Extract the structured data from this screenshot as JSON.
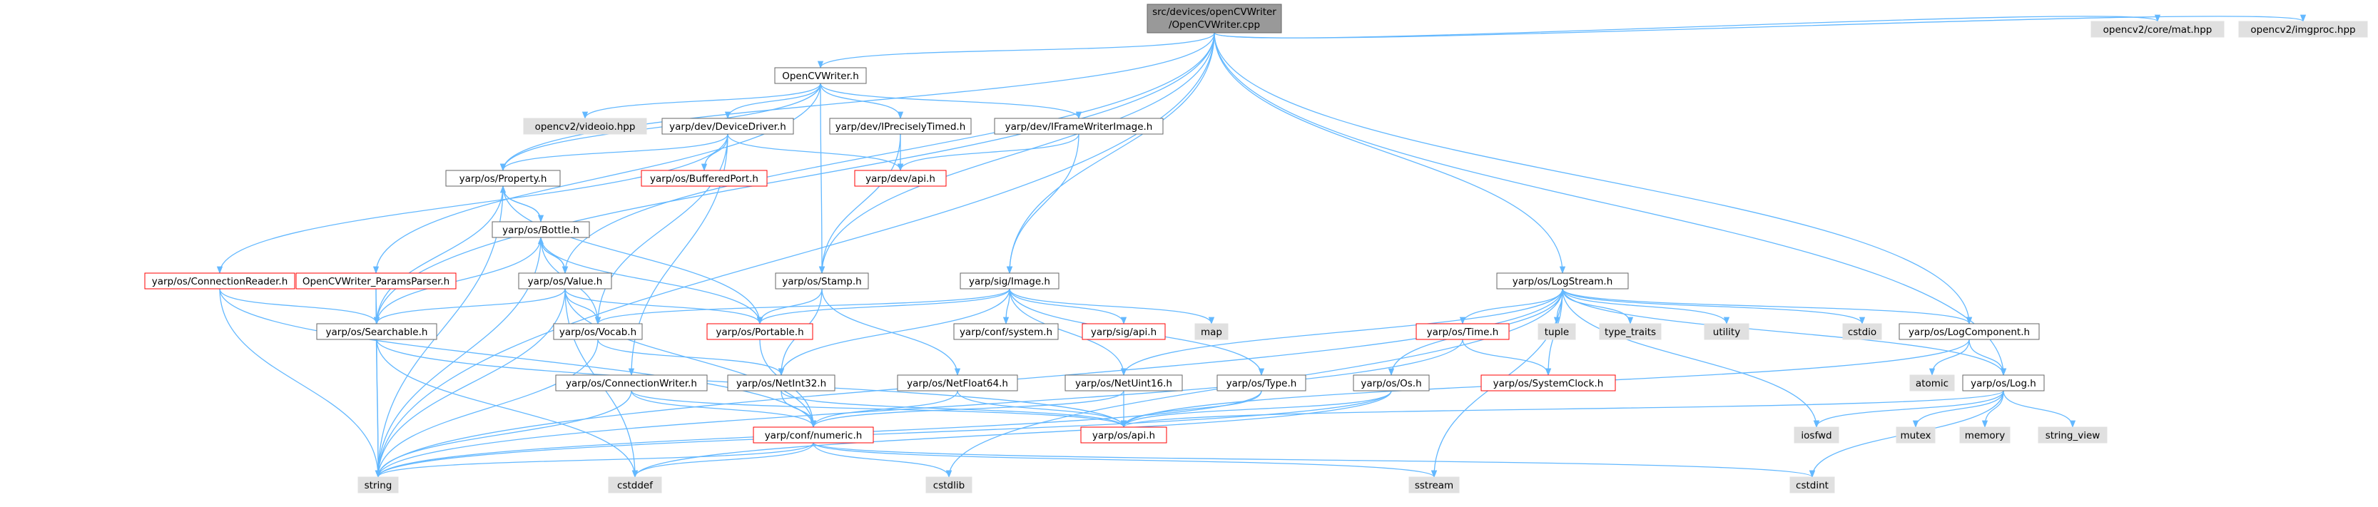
{
  "colors": {
    "edge": "#63b8ff",
    "border_normal": "#666666",
    "border_missing": "#ff0000",
    "fill_normal": "#ffffff",
    "fill_external": "#e0e0e0",
    "fill_root": "#999999",
    "text": "#000000"
  },
  "graph": {
    "root": "root",
    "nodes": [
      {
        "id": "root",
        "lines": [
          "src/devices/openCVWriter",
          "/OpenCVWriter.cpp"
        ],
        "kind": "root"
      },
      {
        "id": "opencvwriter_h",
        "lines": [
          "OpenCVWriter.h"
        ],
        "kind": "normal"
      },
      {
        "id": "videoio",
        "lines": [
          "opencv2/videoio.hpp"
        ],
        "kind": "external"
      },
      {
        "id": "devicedriver",
        "lines": [
          "yarp/dev/DeviceDriver.h"
        ],
        "kind": "normal"
      },
      {
        "id": "preciselytimed",
        "lines": [
          "yarp/dev/IPreciselyTimed.h"
        ],
        "kind": "normal"
      },
      {
        "id": "iframewriter",
        "lines": [
          "yarp/dev/IFrameWriterImage.h"
        ],
        "kind": "normal"
      },
      {
        "id": "property",
        "lines": [
          "yarp/os/Property.h"
        ],
        "kind": "normal"
      },
      {
        "id": "bufferedport",
        "lines": [
          "yarp/os/BufferedPort.h"
        ],
        "kind": "missing"
      },
      {
        "id": "devapi",
        "lines": [
          "yarp/dev/api.h"
        ],
        "kind": "missing"
      },
      {
        "id": "bottle",
        "lines": [
          "yarp/os/Bottle.h"
        ],
        "kind": "normal"
      },
      {
        "id": "connreader",
        "lines": [
          "yarp/os/ConnectionReader.h"
        ],
        "kind": "missing"
      },
      {
        "id": "paramsparser",
        "lines": [
          "OpenCVWriter_ParamsParser.h"
        ],
        "kind": "missing"
      },
      {
        "id": "value",
        "lines": [
          "yarp/os/Value.h"
        ],
        "kind": "normal"
      },
      {
        "id": "stamp",
        "lines": [
          "yarp/os/Stamp.h"
        ],
        "kind": "normal"
      },
      {
        "id": "image",
        "lines": [
          "yarp/sig/Image.h"
        ],
        "kind": "normal"
      },
      {
        "id": "searchable",
        "lines": [
          "yarp/os/Searchable.h"
        ],
        "kind": "normal"
      },
      {
        "id": "vocab",
        "lines": [
          "yarp/os/Vocab.h"
        ],
        "kind": "normal"
      },
      {
        "id": "portable",
        "lines": [
          "yarp/os/Portable.h"
        ],
        "kind": "missing"
      },
      {
        "id": "confsystem",
        "lines": [
          "yarp/conf/system.h"
        ],
        "kind": "normal"
      },
      {
        "id": "sigapi",
        "lines": [
          "yarp/sig/api.h"
        ],
        "kind": "missing"
      },
      {
        "id": "map",
        "lines": [
          "map"
        ],
        "kind": "external"
      },
      {
        "id": "connwriter",
        "lines": [
          "yarp/os/ConnectionWriter.h"
        ],
        "kind": "normal"
      },
      {
        "id": "netint32",
        "lines": [
          "yarp/os/NetInt32.h"
        ],
        "kind": "normal"
      },
      {
        "id": "netfloat64",
        "lines": [
          "yarp/os/NetFloat64.h"
        ],
        "kind": "normal"
      },
      {
        "id": "netuint16",
        "lines": [
          "yarp/os/NetUint16.h"
        ],
        "kind": "normal"
      },
      {
        "id": "type",
        "lines": [
          "yarp/os/Type.h"
        ],
        "kind": "normal"
      },
      {
        "id": "numeric",
        "lines": [
          "yarp/conf/numeric.h"
        ],
        "kind": "missing"
      },
      {
        "id": "osapi",
        "lines": [
          "yarp/os/api.h"
        ],
        "kind": "missing"
      },
      {
        "id": "string",
        "lines": [
          "string"
        ],
        "kind": "external"
      },
      {
        "id": "cstddef",
        "lines": [
          "cstddef"
        ],
        "kind": "external"
      },
      {
        "id": "cstdlib",
        "lines": [
          "cstdlib"
        ],
        "kind": "external"
      },
      {
        "id": "sstream",
        "lines": [
          "sstream"
        ],
        "kind": "external"
      },
      {
        "id": "cstdint",
        "lines": [
          "cstdint"
        ],
        "kind": "external"
      },
      {
        "id": "logstream",
        "lines": [
          "yarp/os/LogStream.h"
        ],
        "kind": "normal"
      },
      {
        "id": "time",
        "lines": [
          "yarp/os/Time.h"
        ],
        "kind": "missing"
      },
      {
        "id": "tuple",
        "lines": [
          "tuple"
        ],
        "kind": "external"
      },
      {
        "id": "typetraits",
        "lines": [
          "type_traits"
        ],
        "kind": "external"
      },
      {
        "id": "utility",
        "lines": [
          "utility"
        ],
        "kind": "external"
      },
      {
        "id": "cstdio",
        "lines": [
          "cstdio"
        ],
        "kind": "external"
      },
      {
        "id": "logcomponent",
        "lines": [
          "yarp/os/LogComponent.h"
        ],
        "kind": "normal"
      },
      {
        "id": "os",
        "lines": [
          "yarp/os/Os.h"
        ],
        "kind": "normal"
      },
      {
        "id": "systemclock",
        "lines": [
          "yarp/os/SystemClock.h"
        ],
        "kind": "missing"
      },
      {
        "id": "atomic",
        "lines": [
          "atomic"
        ],
        "kind": "external"
      },
      {
        "id": "log",
        "lines": [
          "yarp/os/Log.h"
        ],
        "kind": "normal"
      },
      {
        "id": "iosfwd",
        "lines": [
          "iosfwd"
        ],
        "kind": "external"
      },
      {
        "id": "mutex",
        "lines": [
          "mutex"
        ],
        "kind": "external"
      },
      {
        "id": "memory",
        "lines": [
          "memory"
        ],
        "kind": "external"
      },
      {
        "id": "stringview",
        "lines": [
          "string_view"
        ],
        "kind": "external"
      },
      {
        "id": "mathpp",
        "lines": [
          "opencv2/core/mat.hpp"
        ],
        "kind": "external"
      },
      {
        "id": "imgproc",
        "lines": [
          "opencv2/imgproc.hpp"
        ],
        "kind": "external"
      }
    ],
    "edges": [
      [
        "root",
        "opencvwriter_h"
      ],
      [
        "root",
        "property"
      ],
      [
        "root",
        "searchable"
      ],
      [
        "root",
        "value"
      ],
      [
        "root",
        "stamp"
      ],
      [
        "root",
        "image"
      ],
      [
        "root",
        "string"
      ],
      [
        "root",
        "logstream"
      ],
      [
        "root",
        "logcomponent"
      ],
      [
        "root",
        "log"
      ],
      [
        "root",
        "mathpp"
      ],
      [
        "root",
        "imgproc"
      ],
      [
        "opencvwriter_h",
        "videoio"
      ],
      [
        "opencvwriter_h",
        "devicedriver"
      ],
      [
        "opencvwriter_h",
        "preciselytimed"
      ],
      [
        "opencvwriter_h",
        "iframewriter"
      ],
      [
        "opencvwriter_h",
        "property"
      ],
      [
        "opencvwriter_h",
        "paramsparser"
      ],
      [
        "opencvwriter_h",
        "stamp"
      ],
      [
        "devicedriver",
        "property"
      ],
      [
        "devicedriver",
        "bufferedport"
      ],
      [
        "devicedriver",
        "devapi"
      ],
      [
        "devicedriver",
        "connreader"
      ],
      [
        "devicedriver",
        "connwriter"
      ],
      [
        "devicedriver",
        "vocab"
      ],
      [
        "preciselytimed",
        "devapi"
      ],
      [
        "preciselytimed",
        "stamp"
      ],
      [
        "iframewriter",
        "devapi"
      ],
      [
        "iframewriter",
        "image"
      ],
      [
        "property",
        "bottle"
      ],
      [
        "property",
        "searchable"
      ],
      [
        "property",
        "portable"
      ],
      [
        "property",
        "string"
      ],
      [
        "bottle",
        "property"
      ],
      [
        "bottle",
        "value"
      ],
      [
        "bottle",
        "searchable"
      ],
      [
        "bottle",
        "portable"
      ],
      [
        "bottle",
        "string"
      ],
      [
        "bottle",
        "vocab"
      ],
      [
        "value",
        "bottle"
      ],
      [
        "value",
        "searchable"
      ],
      [
        "value",
        "vocab"
      ],
      [
        "value",
        "portable"
      ],
      [
        "value",
        "string"
      ],
      [
        "value",
        "cstddef"
      ],
      [
        "value",
        "numeric"
      ],
      [
        "connreader",
        "searchable"
      ],
      [
        "connreader",
        "string"
      ],
      [
        "connreader",
        "numeric"
      ],
      [
        "paramsparser",
        "searchable"
      ],
      [
        "paramsparser",
        "string"
      ],
      [
        "stamp",
        "portable"
      ],
      [
        "stamp",
        "netint32"
      ],
      [
        "stamp",
        "netfloat64"
      ],
      [
        "image",
        "vocab"
      ],
      [
        "image",
        "portable"
      ],
      [
        "image",
        "confsystem"
      ],
      [
        "image",
        "sigapi"
      ],
      [
        "image",
        "map"
      ],
      [
        "image",
        "type"
      ],
      [
        "image",
        "netint32"
      ],
      [
        "image",
        "netuint16"
      ],
      [
        "searchable",
        "string"
      ],
      [
        "searchable",
        "cstddef"
      ],
      [
        "searchable",
        "osapi"
      ],
      [
        "vocab",
        "string"
      ],
      [
        "vocab",
        "netint32"
      ],
      [
        "portable",
        "numeric"
      ],
      [
        "connwriter",
        "string"
      ],
      [
        "connwriter",
        "numeric"
      ],
      [
        "connwriter",
        "osapi"
      ],
      [
        "netint32",
        "numeric"
      ],
      [
        "netint32",
        "osapi"
      ],
      [
        "netfloat64",
        "numeric"
      ],
      [
        "netfloat64",
        "osapi"
      ],
      [
        "netuint16",
        "numeric"
      ],
      [
        "netuint16",
        "osapi"
      ],
      [
        "type",
        "osapi"
      ],
      [
        "type",
        "string"
      ],
      [
        "numeric",
        "string"
      ],
      [
        "numeric",
        "cstddef"
      ],
      [
        "numeric",
        "cstdlib"
      ],
      [
        "numeric",
        "sstream"
      ],
      [
        "numeric",
        "cstdint"
      ],
      [
        "logstream",
        "time"
      ],
      [
        "logstream",
        "tuple"
      ],
      [
        "logstream",
        "typetraits"
      ],
      [
        "logstream",
        "utility"
      ],
      [
        "logstream",
        "cstdio"
      ],
      [
        "logstream",
        "logcomponent"
      ],
      [
        "logstream",
        "os"
      ],
      [
        "logstream",
        "systemclock"
      ],
      [
        "logstream",
        "log"
      ],
      [
        "logstream",
        "iosfwd"
      ],
      [
        "logstream",
        "string"
      ],
      [
        "logstream",
        "sstream"
      ],
      [
        "logstream",
        "cstdlib"
      ],
      [
        "logstream",
        "netuint16"
      ],
      [
        "time",
        "systemclock"
      ],
      [
        "time",
        "string"
      ],
      [
        "os",
        "osapi"
      ],
      [
        "os",
        "cstddef"
      ],
      [
        "os",
        "string"
      ],
      [
        "logcomponent",
        "atomic"
      ],
      [
        "logcomponent",
        "log"
      ],
      [
        "logcomponent",
        "osapi"
      ],
      [
        "log",
        "iosfwd"
      ],
      [
        "log",
        "mutex"
      ],
      [
        "log",
        "memory"
      ],
      [
        "log",
        "stringview"
      ],
      [
        "log",
        "cstdint"
      ],
      [
        "log",
        "osapi"
      ]
    ]
  }
}
